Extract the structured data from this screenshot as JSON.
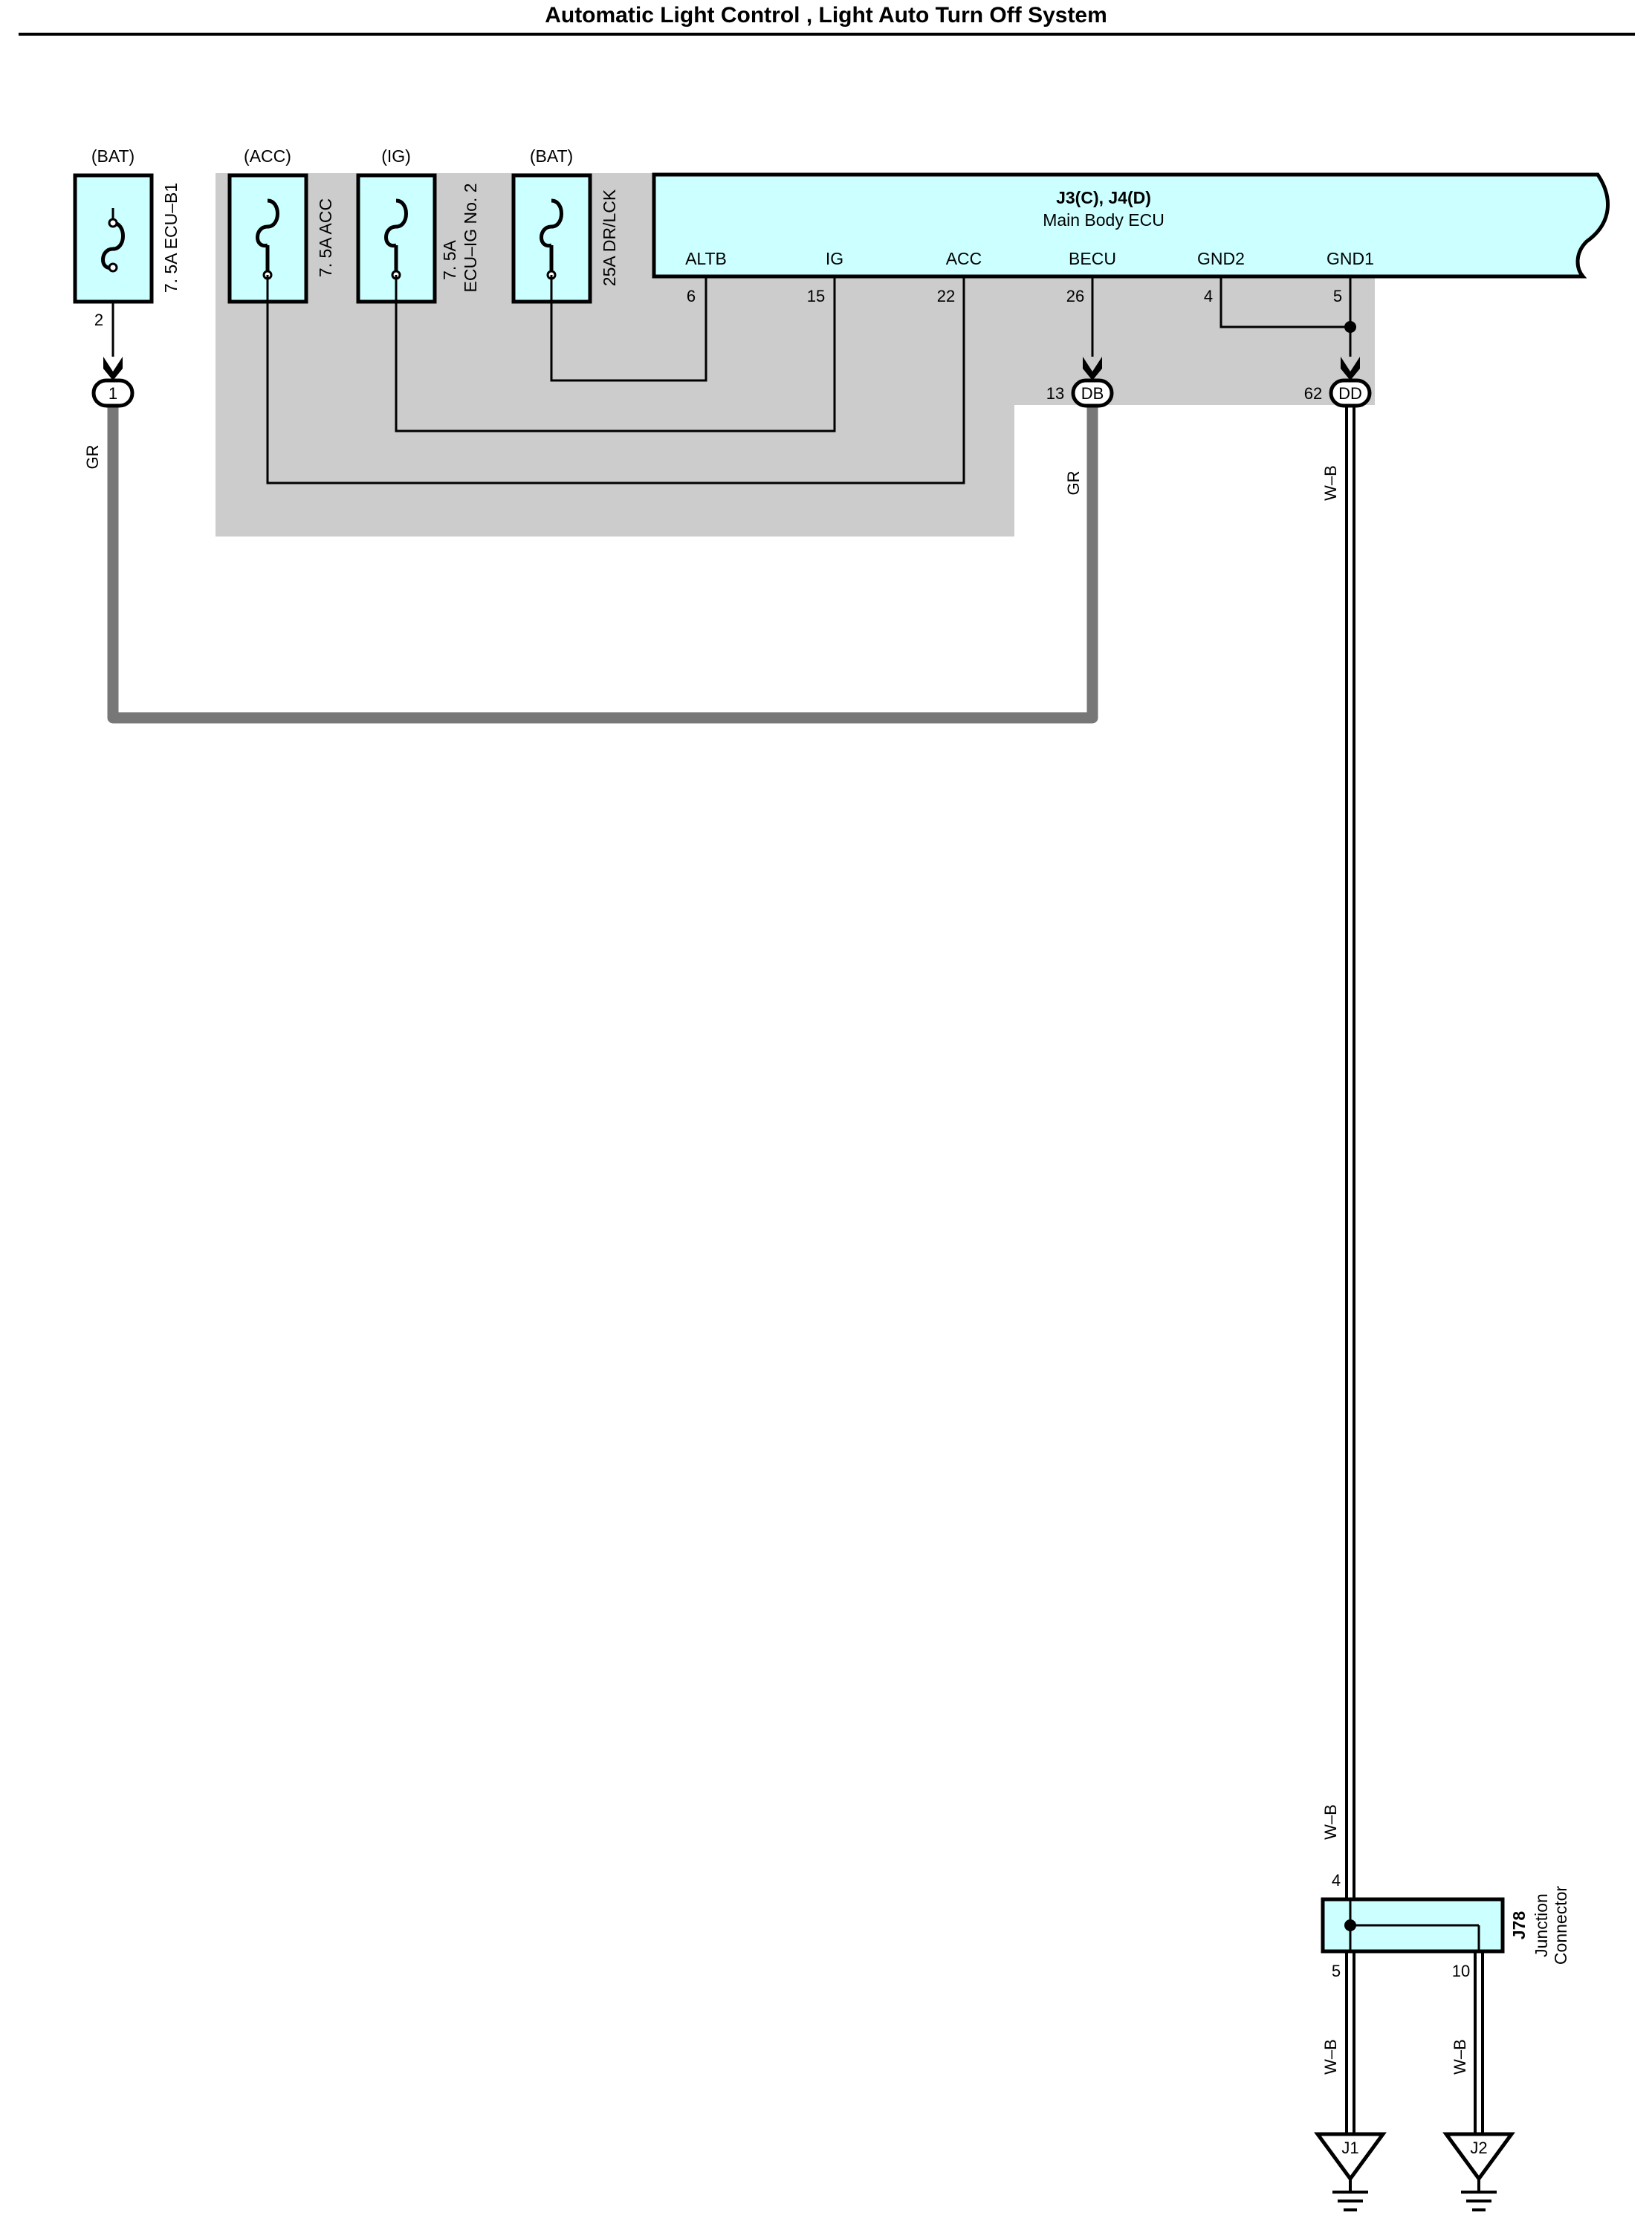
{
  "title": "Automatic Light Control , Light Auto Turn Off System",
  "colors": {
    "component_fill": "#ccffff",
    "shaded_area": "#cccccc",
    "wire": "#000000",
    "gr_wire": "#777777"
  },
  "fuses": [
    {
      "supply": "(BAT)",
      "rating": "7. 5A ECU–B1",
      "rating_line2": "",
      "pin": "2"
    },
    {
      "supply": "(ACC)",
      "rating": "7. 5A ACC",
      "rating_line2": ""
    },
    {
      "supply": "(IG)",
      "rating": "7. 5A",
      "rating_line2": "ECU–IG No. 2"
    },
    {
      "supply": "(BAT)",
      "rating": "25A DR/LCK",
      "rating_line2": ""
    }
  ],
  "ecu": {
    "code": "J3(C), J4(D)",
    "name": "Main Body ECU",
    "terminals": [
      {
        "name": "ALTB",
        "pin": "6"
      },
      {
        "name": "IG",
        "pin": "15"
      },
      {
        "name": "ACC",
        "pin": "22"
      },
      {
        "name": "BECU",
        "pin": "26"
      },
      {
        "name": "GND2",
        "pin": "4"
      },
      {
        "name": "GND1",
        "pin": "5"
      }
    ]
  },
  "connectors": {
    "c1": {
      "label": "1"
    },
    "db": {
      "pin": "13",
      "label": "DB"
    },
    "dd": {
      "pin": "62",
      "label": "DD"
    }
  },
  "wires": {
    "gr_left": "GR",
    "gr_mid": "GR",
    "wb_upper": "W–B",
    "wb_lower": "W–B",
    "wb_j1": "W–B",
    "wb_j2": "W–B"
  },
  "junction": {
    "code": "J78",
    "name_line1": "Junction",
    "name_line2": "Connector",
    "pin_in": "4",
    "pin_out1": "5",
    "pin_out2": "10"
  },
  "grounds": [
    {
      "label": "J1"
    },
    {
      "label": "J2"
    }
  ]
}
